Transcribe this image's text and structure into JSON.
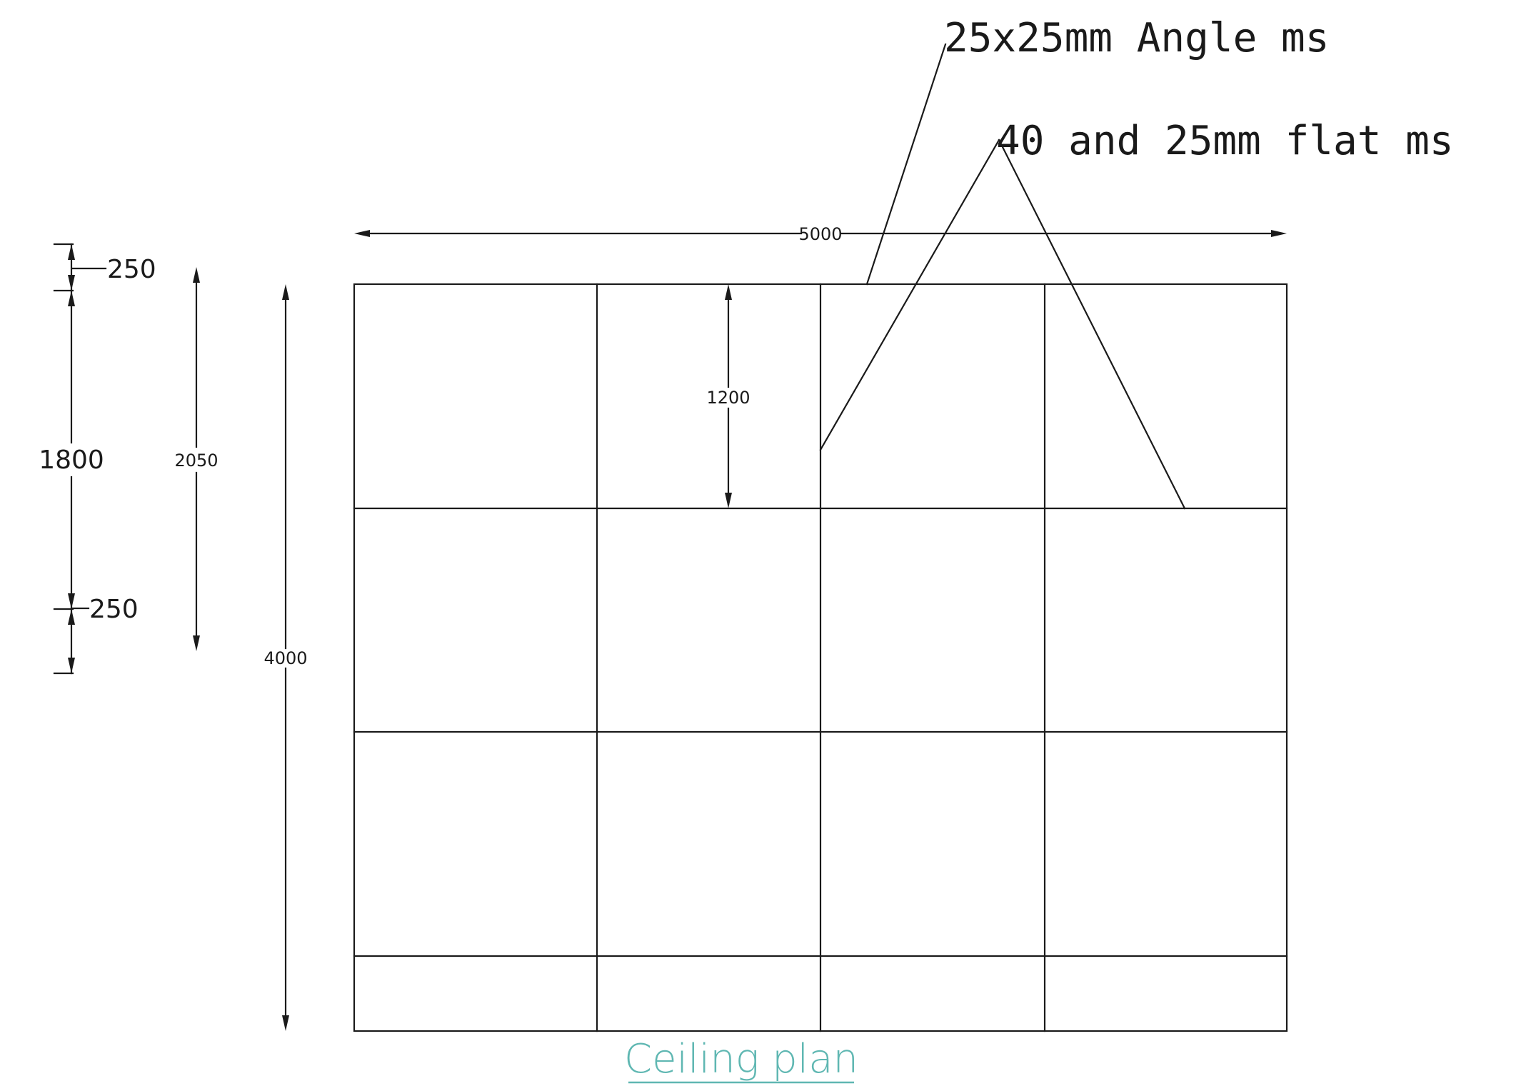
{
  "drawing": {
    "title": "Ceiling plan",
    "title_color": "#5fb7b2",
    "line_color": "#1a1a1a",
    "notes": {
      "angle": "25x25mm Angle ms",
      "flat": "40 and 25mm flat ms"
    },
    "dimensions": {
      "overall_width": "5000",
      "overall_height": "4000",
      "panel_height": "1200",
      "height_2050": "2050",
      "height_1800": "1800",
      "offset_top": "250",
      "offset_bottom": "250"
    }
  }
}
